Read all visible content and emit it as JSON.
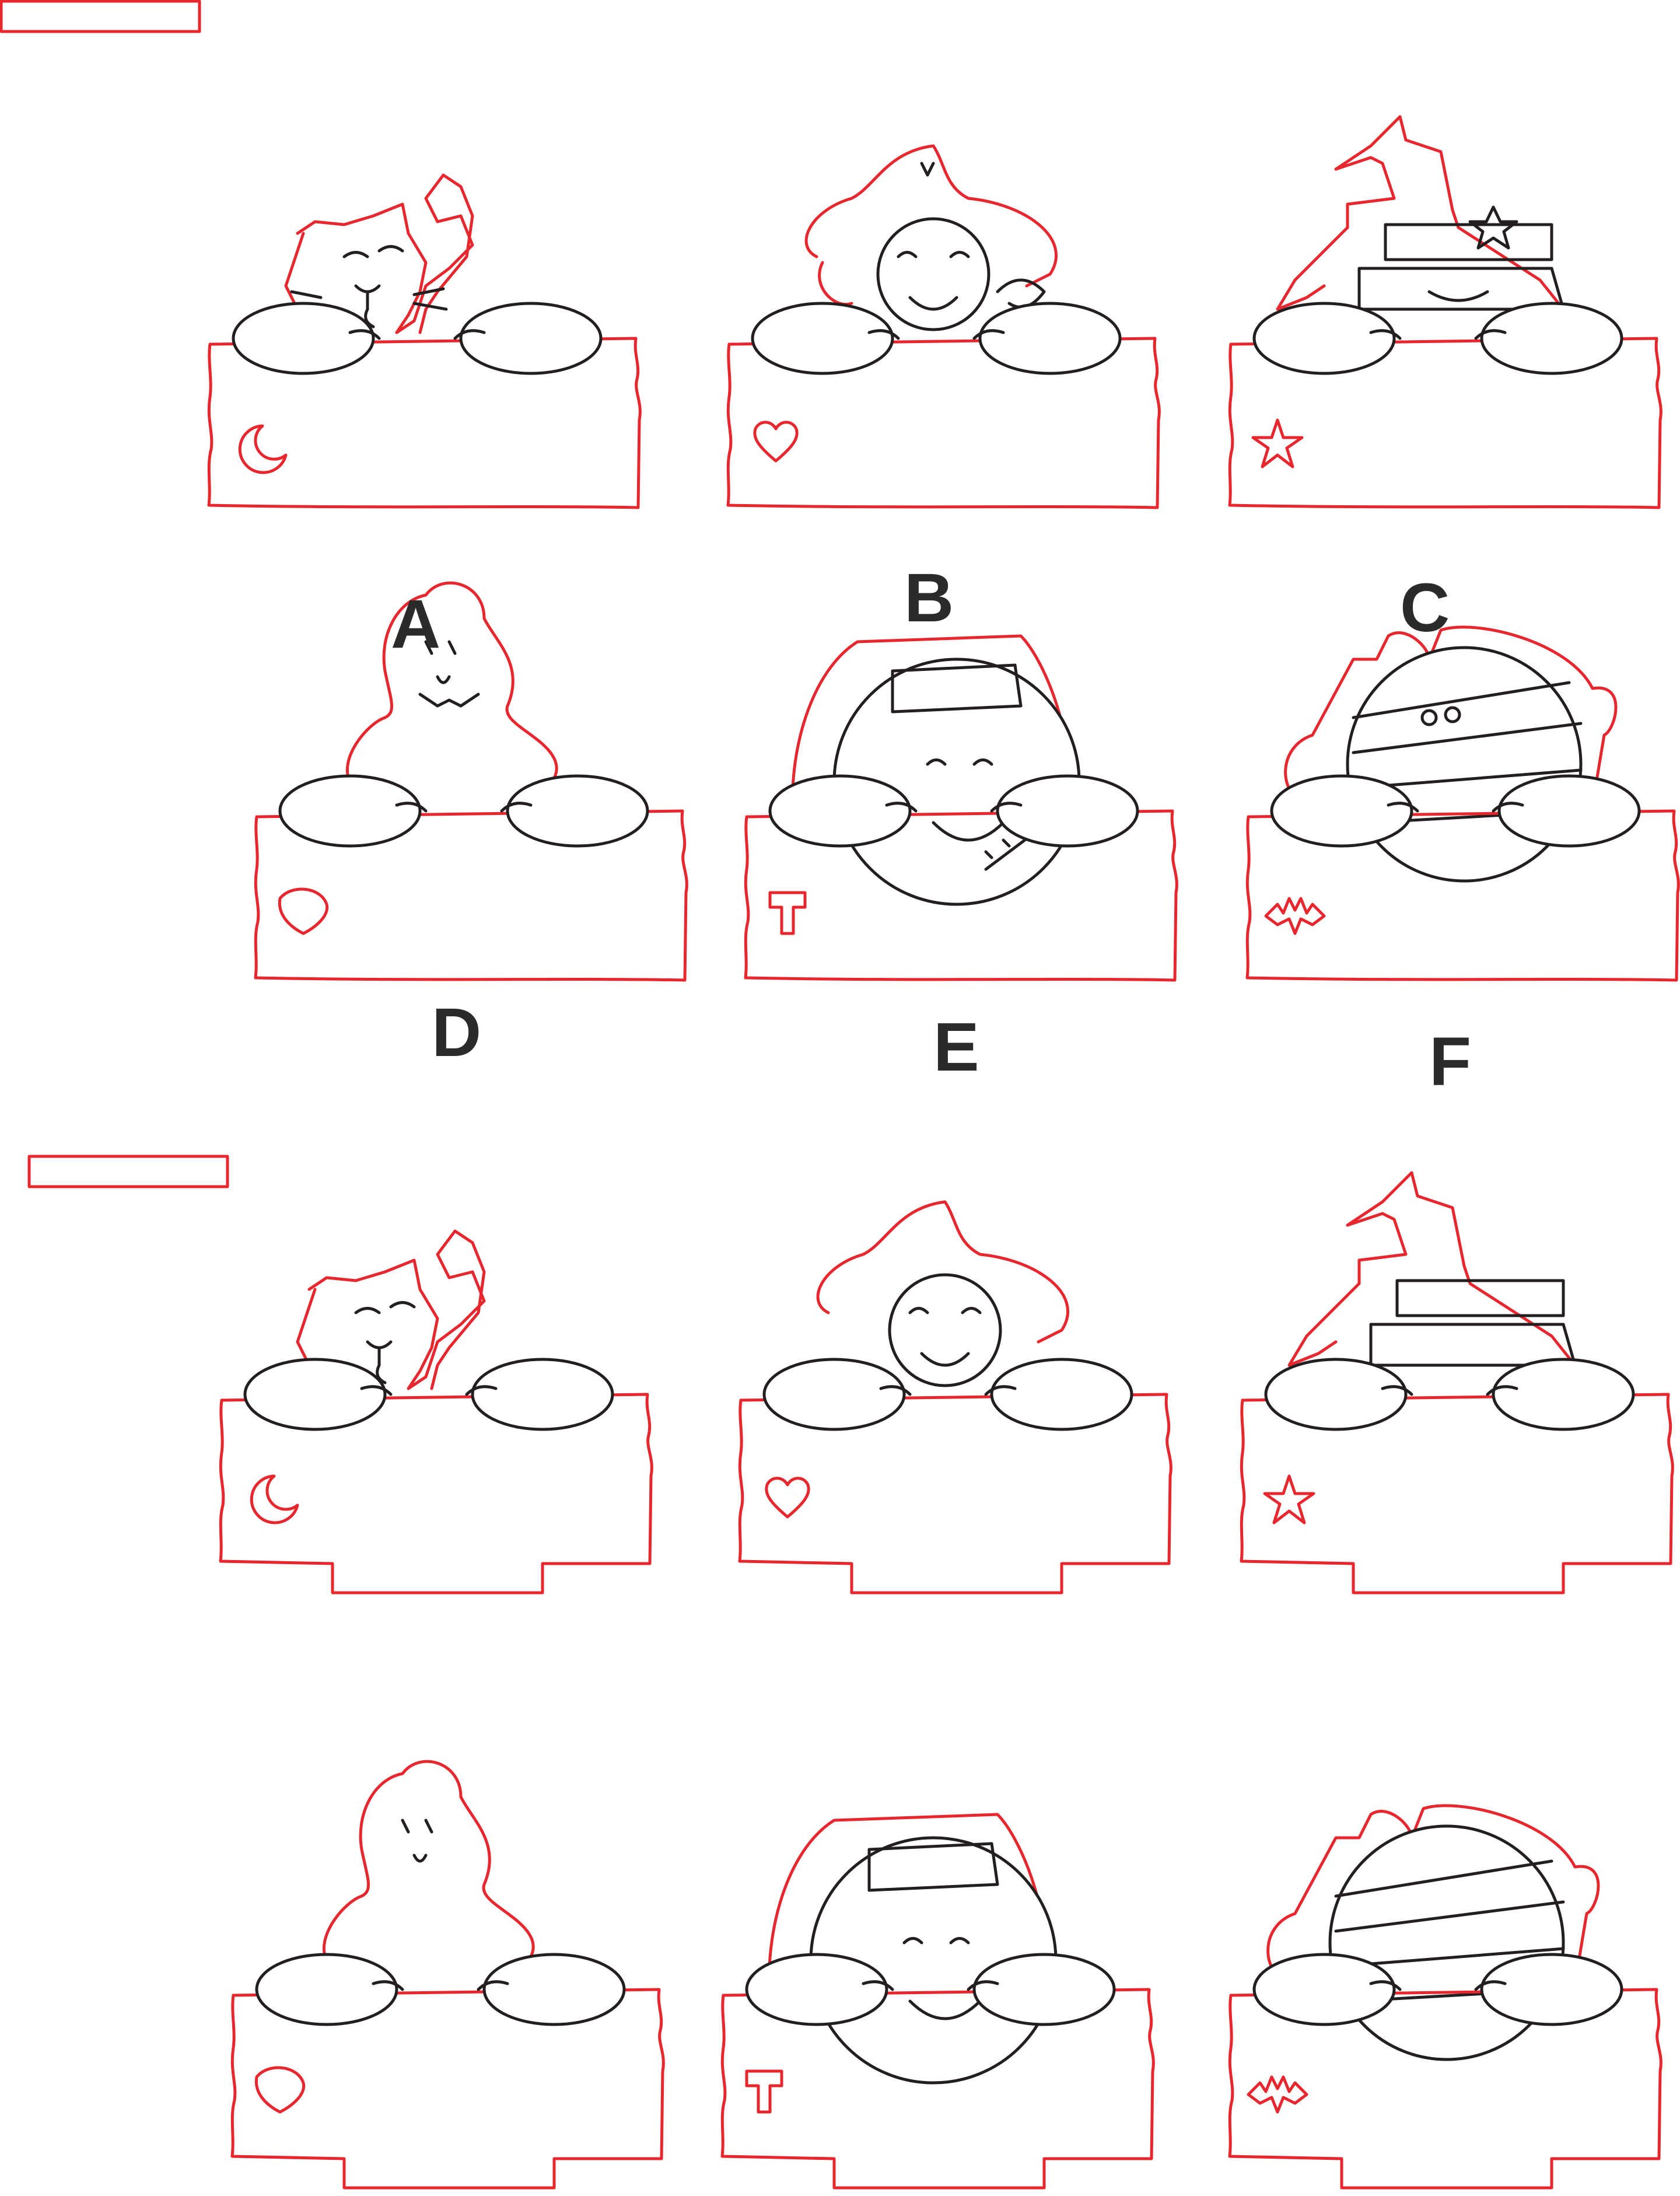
{
  "sheet": {
    "labels": {
      "a": "A",
      "b": "B",
      "c": "C",
      "d": "D",
      "e": "E",
      "f": "F"
    }
  },
  "colors": {
    "cut_line": "#e8262d",
    "engrave_line": "#231f20",
    "label": "#2b2b2b"
  },
  "figures": [
    {
      "id": "cat",
      "icon": "crescent-moon-icon"
    },
    {
      "id": "fireman",
      "icon": "heart-icon"
    },
    {
      "id": "witch",
      "icon": "star-icon"
    },
    {
      "id": "ghost",
      "icon": "candy-icon"
    },
    {
      "id": "frankenstein",
      "icon": "hammer-icon"
    },
    {
      "id": "mummy",
      "icon": "bat-icon"
    }
  ]
}
